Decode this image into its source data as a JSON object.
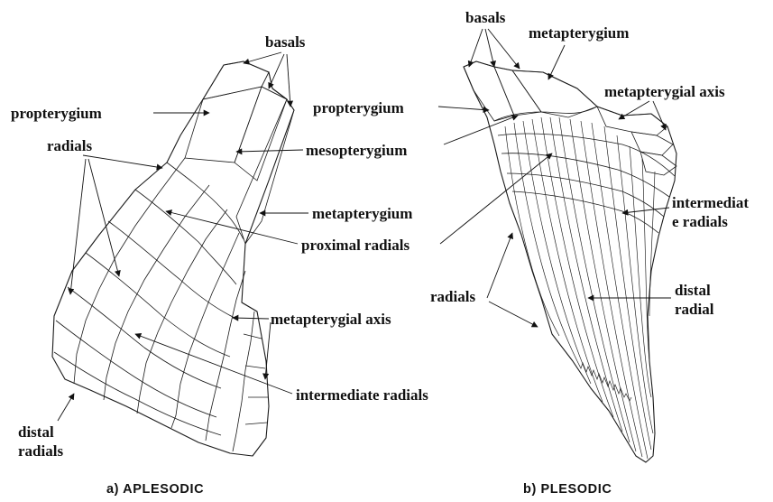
{
  "figure_a": {
    "caption": "a) APLESODIC",
    "labels": {
      "basals": "basals",
      "propterygium": "propterygium",
      "radials": "radials",
      "mesopterygium": "mesopterygium",
      "metapterygium": "metapterygium",
      "proximal_radials": "proximal radials",
      "metapterygial_axis": "metapterygial axis",
      "intermediate_radials": "intermediate radials",
      "distal_radials_1": "distal",
      "distal_radials_2": "radials"
    }
  },
  "figure_b": {
    "caption": "b) PLESODIC",
    "labels": {
      "basals": "basals",
      "metapterygium": "metapterygium",
      "propterygium": "propterygium",
      "metapterygial_axis": "metapterygial axis",
      "intermediate_radials_1": "intermediat",
      "intermediate_radials_2": "e radials",
      "radials": "radials",
      "distal_radial_1": "distal",
      "distal_radial_2": "radial"
    }
  }
}
